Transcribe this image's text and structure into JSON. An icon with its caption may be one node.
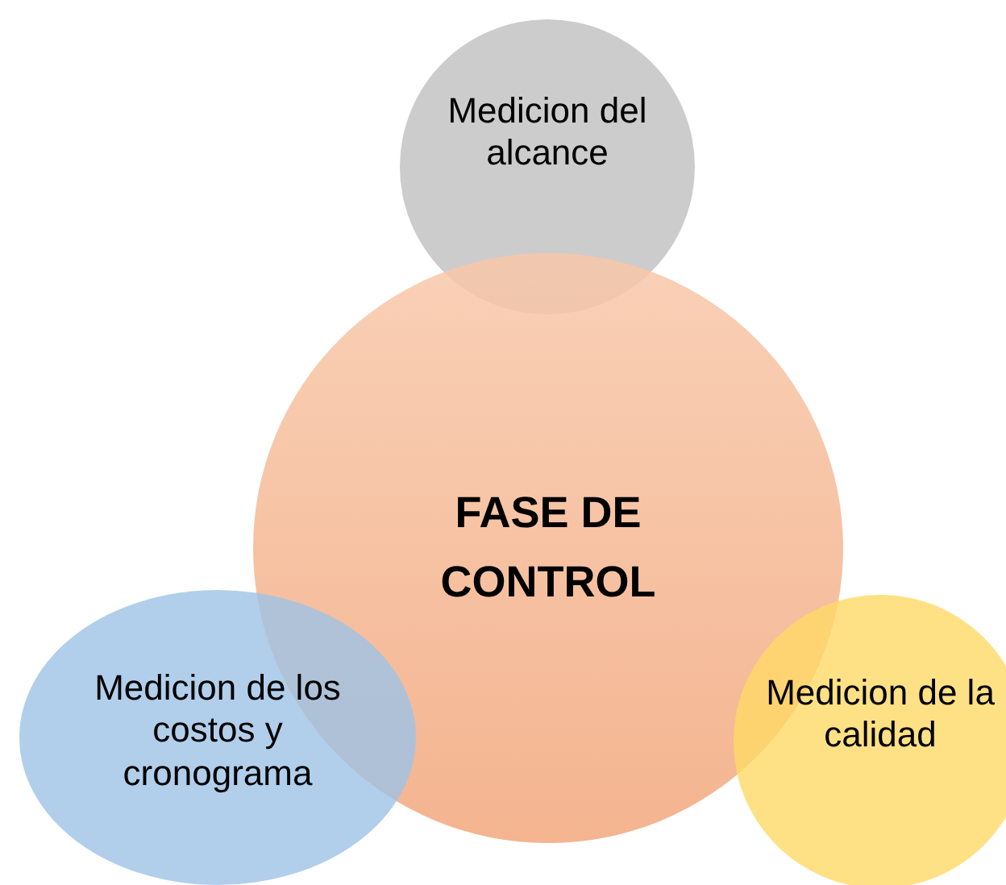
{
  "diagram": {
    "nodes": [
      {
        "text": [
          "Medicion del alcance"
        ]
      },
      {
        "text": [
          "FASE DE CONTROL"
        ]
      },
      {
        "text": [
          "Medicion de los costos y cronograma"
        ]
      },
      {
        "text": [
          "Medicion de la calidad"
        ]
      }
    ]
  }
}
